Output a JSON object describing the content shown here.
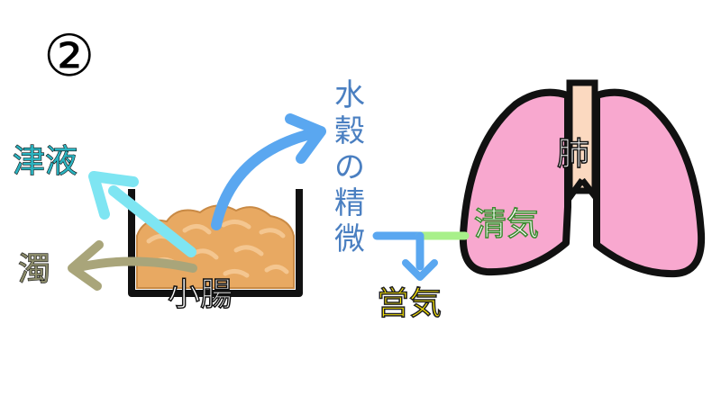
{
  "step_number": "②",
  "labels": {
    "shineki": "津液",
    "daku": "濁",
    "shocho": "小腸",
    "suikoku": "水穀の精微",
    "eiki": "営気",
    "seiki": "清気",
    "hai": "肺"
  },
  "colors": {
    "shineki": "#2bb3c0",
    "daku": "#8a8a6a",
    "suikoku": "#4a7fc1",
    "eiki": "#ffea00",
    "seiki": "#3b8a2e",
    "lung_fill": "#f8a8cf",
    "intestine_fill": "#e8a962",
    "trachea_fill": "#fbd9c0",
    "arrow_blue": "#5aa7f0",
    "arrow_cyan": "#7ee5f2",
    "arrow_olive": "#a9a57a",
    "connector_green": "#a8f08a"
  },
  "icons": [
    "lung-icon",
    "small-intestine-icon",
    "bowl-icon"
  ]
}
